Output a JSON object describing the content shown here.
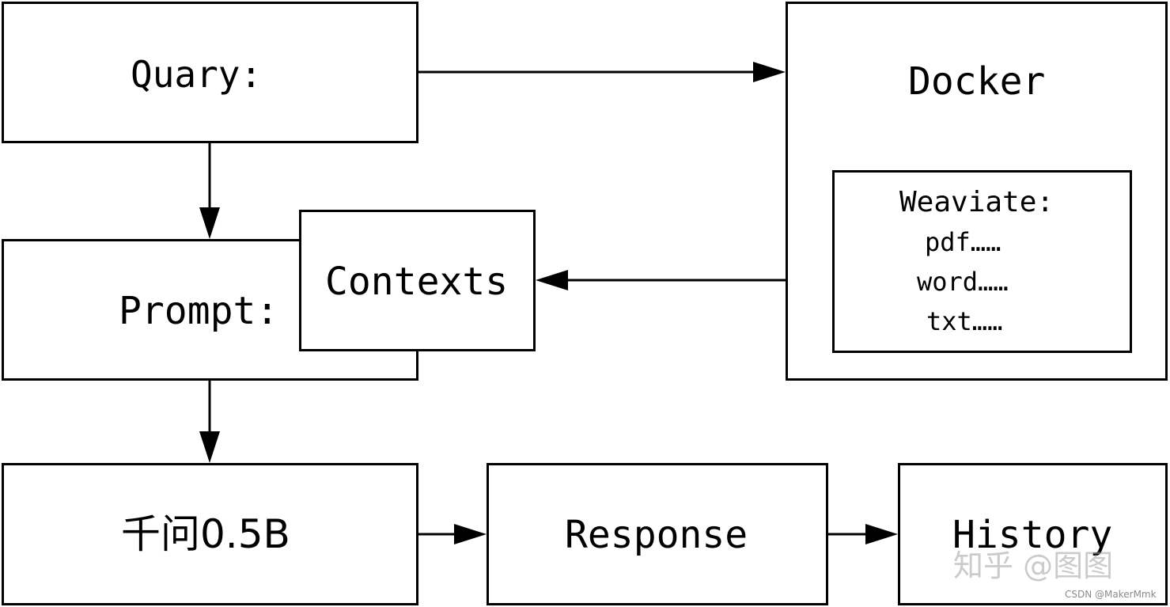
{
  "nodes": {
    "query": "Quary:",
    "docker": "Docker",
    "weaviate": {
      "title": "Weaviate:",
      "items": [
        "pdf……",
        "word……",
        "txt……"
      ]
    },
    "prompt": "Prompt:",
    "contexts": "Contexts",
    "model": "千问0.5B",
    "response": "Response",
    "history": "History"
  },
  "watermark": {
    "zhihu": "知乎 @图图",
    "csdn": "CSDN @MakerMmk"
  }
}
